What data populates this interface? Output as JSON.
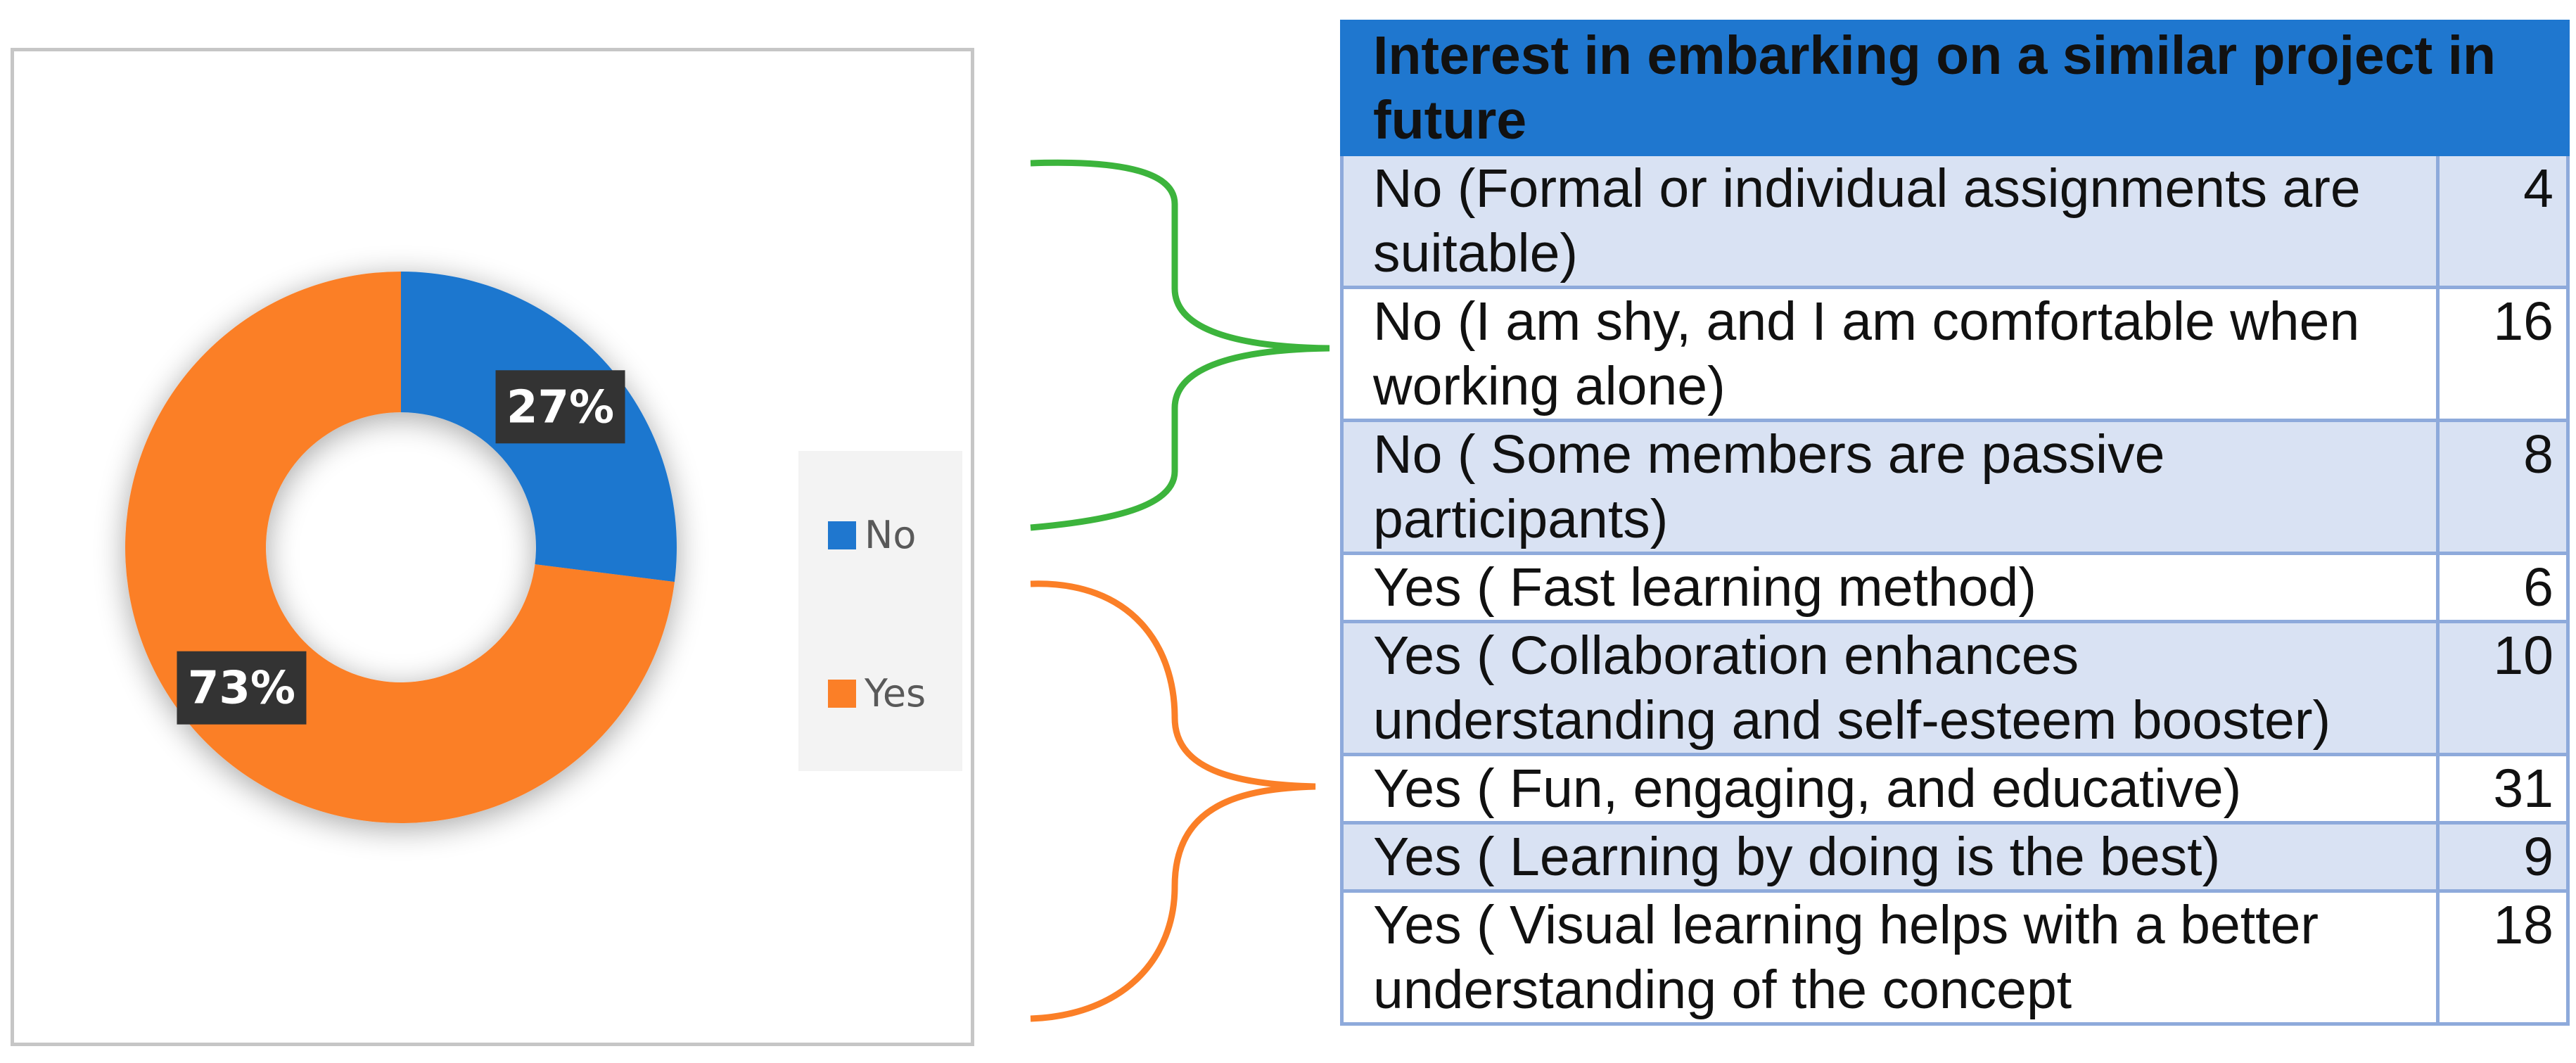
{
  "chart_data": {
    "type": "donut",
    "categories": [
      "No",
      "Yes"
    ],
    "values": [
      27,
      73
    ],
    "data_labels": [
      "27%",
      "73%"
    ],
    "colors": [
      "#1f77cf",
      "#fb7f27"
    ],
    "legend": {
      "position": "right",
      "entries": [
        "No",
        "Yes"
      ]
    }
  },
  "table": {
    "title": "Interest in embarking on a similar project in future",
    "rows": [
      {
        "label": "No (Formal or individual assignments are suitable)",
        "count": "4"
      },
      {
        "label": "No (I am shy, and I am comfortable when working alone)",
        "count": "16"
      },
      {
        "label": "No ( Some members are passive participants)",
        "count": "8"
      },
      {
        "label": "Yes ( Fast learning method)",
        "count": "6"
      },
      {
        "label": "Yes ( Collaboration enhances understanding and self-esteem booster)",
        "count": "10"
      },
      {
        "label": "Yes ( Fun, engaging, and educative)",
        "count": "31"
      },
      {
        "label": "Yes ( Learning by doing is the best)",
        "count": "9"
      },
      {
        "label": "Yes ( Visual learning helps with a better understanding of the concept",
        "count": "18"
      }
    ]
  },
  "braces": {
    "no_color": "#3cb43c",
    "yes_color": "#fb7f27"
  }
}
